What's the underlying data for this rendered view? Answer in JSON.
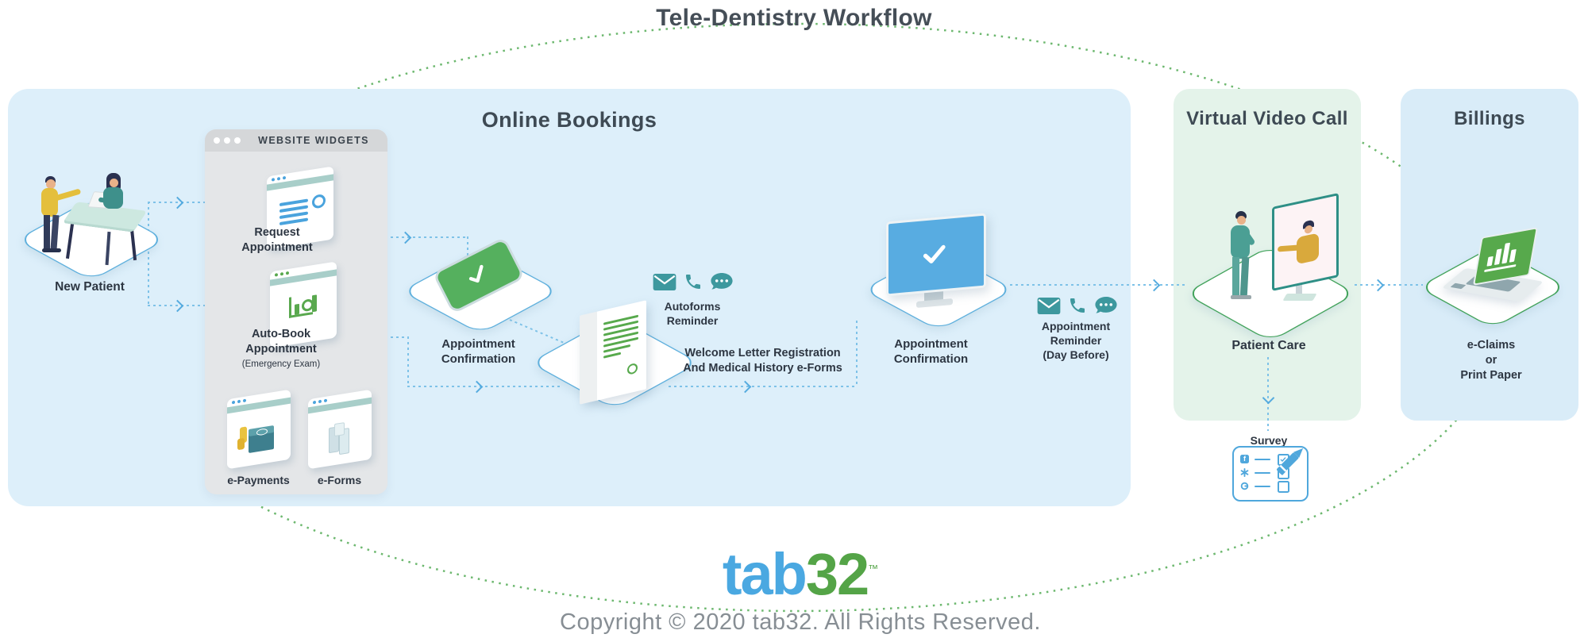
{
  "title": "Tele-Dentistry Workflow",
  "sections": {
    "online_bookings": "Online Bookings",
    "virtual_video_call": "Virtual Video Call",
    "billings": "Billings"
  },
  "website_widgets": {
    "header": "WEBSITE WIDGETS",
    "request_appointment": {
      "line1": "Request",
      "line2": "Appointment"
    },
    "auto_book": {
      "line1": "Auto-Book",
      "line2": "Appointment",
      "note": "(Emergency Exam)"
    },
    "e_payments": "e-Payments",
    "e_forms": "e-Forms"
  },
  "nodes": {
    "new_patient": "New Patient",
    "appointment_confirmation_phone": {
      "line1": "Appointment",
      "line2": "Confirmation"
    },
    "autoforms_reminder": {
      "line1": "Autoforms",
      "line2": "Reminder"
    },
    "welcome_letter": {
      "line1": "Welcome Letter Registration",
      "line2": "And Medical History e-Forms"
    },
    "appointment_confirmation_monitor": {
      "line1": "Appointment",
      "line2": "Confirmation"
    },
    "appointment_reminder": {
      "line1": "Appointment",
      "line2": "Reminder",
      "line3": "(Day Before)"
    },
    "patient_care": "Patient Care",
    "survey": "Survey",
    "e_claims": {
      "line1": "e-Claims",
      "line2": "or",
      "line3": "Print Paper"
    }
  },
  "footer": {
    "logo_blue": "tab",
    "logo_green": "32",
    "logo_tm": "™",
    "copyright": "Copyright © 2020 tab32. All Rights Reserved."
  },
  "icons": {
    "reminder_set": [
      "mail-icon",
      "phone-icon",
      "chat-icon"
    ],
    "survey_set": [
      "facebook-icon",
      "yelp-icon",
      "google-icon",
      "pencil-icon"
    ]
  },
  "colors": {
    "panel_blue": "#ddeffa",
    "panel_green": "#e4f3ea",
    "panel_billing": "#d9ecf8",
    "widgets_gray": "#e4e6e8",
    "accent_blue": "#4fa7dc",
    "accent_teal": "#3d989e",
    "accent_green": "#57a94c",
    "diamond_blue": "#5fb0dd",
    "diamond_green": "#43a35c",
    "logo_blue": "#4aa8e1",
    "logo_green": "#54a447",
    "ellipse_green": "#6db86f",
    "text_dark": "#2d3642"
  }
}
